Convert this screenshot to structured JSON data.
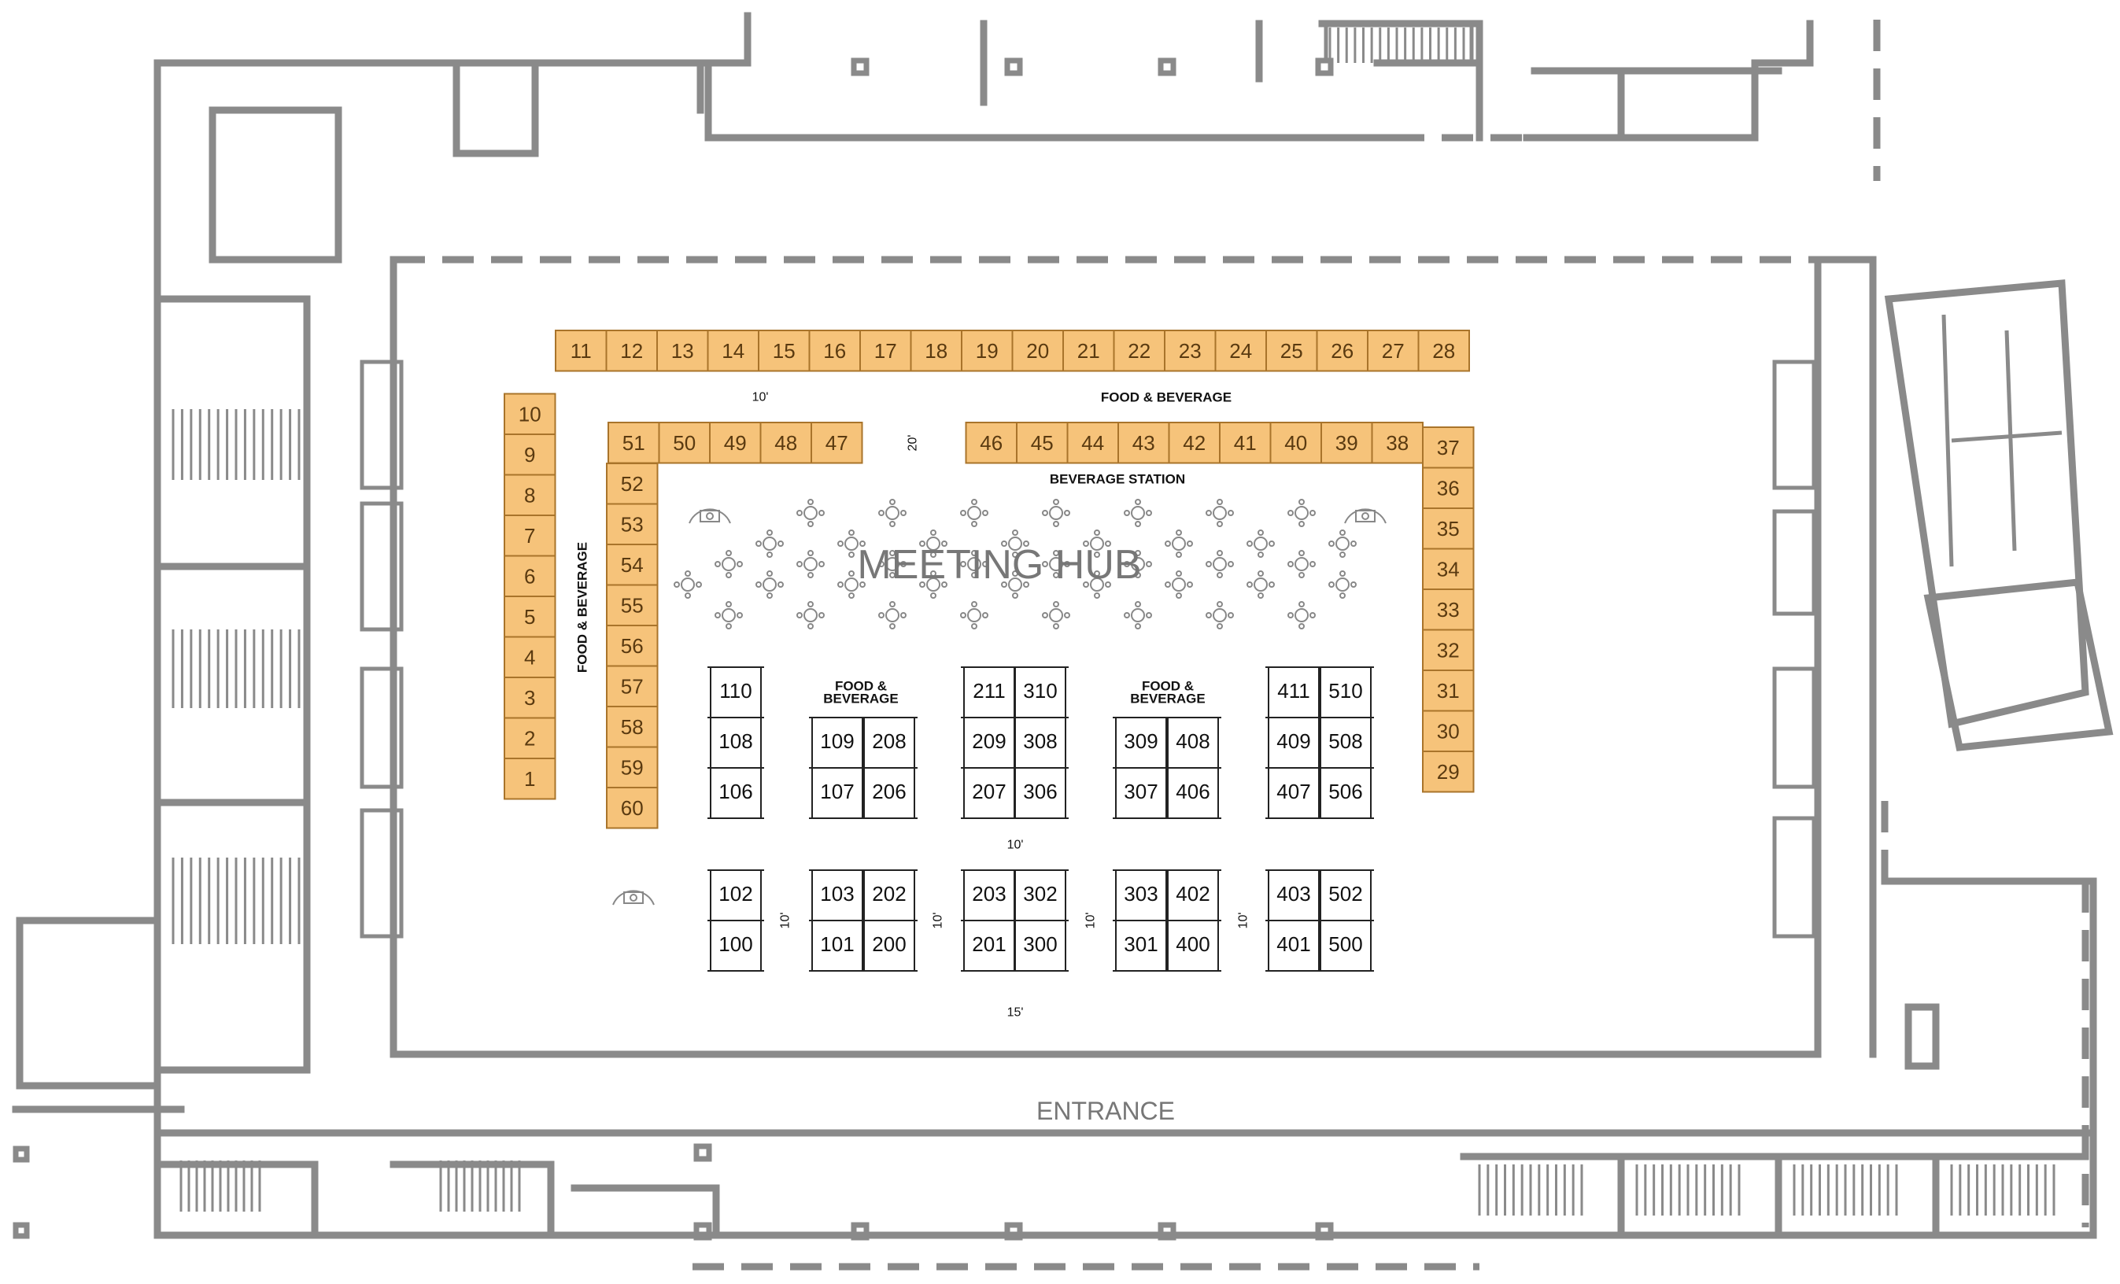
{
  "perimeter_booths": [
    "1",
    "2",
    "3",
    "4",
    "5",
    "6",
    "7",
    "8",
    "9",
    "10",
    "11",
    "12",
    "13",
    "14",
    "15",
    "16",
    "17",
    "18",
    "19",
    "20",
    "21",
    "22",
    "23",
    "24",
    "25",
    "26",
    "27",
    "28",
    "29",
    "30",
    "31",
    "32",
    "33",
    "34",
    "35",
    "36",
    "37",
    "38",
    "39",
    "40",
    "41",
    "42",
    "43",
    "44",
    "45",
    "46",
    "47",
    "48",
    "49",
    "50",
    "51",
    "52",
    "53",
    "54",
    "55",
    "56",
    "57",
    "58",
    "59",
    "60"
  ],
  "island_booths": [
    "110",
    "108",
    "106",
    "109",
    "208",
    "107",
    "206",
    "211",
    "310",
    "209",
    "308",
    "207",
    "306",
    "309",
    "408",
    "307",
    "406",
    "411",
    "510",
    "409",
    "508",
    "407",
    "506",
    "102",
    "100",
    "103",
    "202",
    "101",
    "200",
    "203",
    "302",
    "201",
    "300",
    "303",
    "402",
    "301",
    "400",
    "403",
    "502",
    "401",
    "500"
  ],
  "labels": {
    "meeting_hub": "MEETING HUB",
    "entrance": "ENTRANCE",
    "food_beverage_top": "FOOD & BEVERAGE",
    "beverage_station": "BEVERAGE STATION",
    "food_beverage_side": "FOOD & BEVERAGE",
    "food_beverage_island_1_line1": "FOOD &",
    "food_beverage_island_1_line2": "BEVERAGE",
    "food_beverage_island_2_line1": "FOOD &",
    "food_beverage_island_2_line2": "BEVERAGE",
    "aisle_10_top": "10'",
    "aisle_20": "20'",
    "aisle_10_mid": "10'",
    "aisle_15": "15'",
    "aisle_10_v1": "10'",
    "aisle_10_v2": "10'",
    "aisle_10_v3": "10'",
    "aisle_10_v4": "10'"
  },
  "colors": {
    "booth_fill": "#f6c37a",
    "booth_stroke": "#a9742b",
    "wall": "#8a8a8a"
  }
}
